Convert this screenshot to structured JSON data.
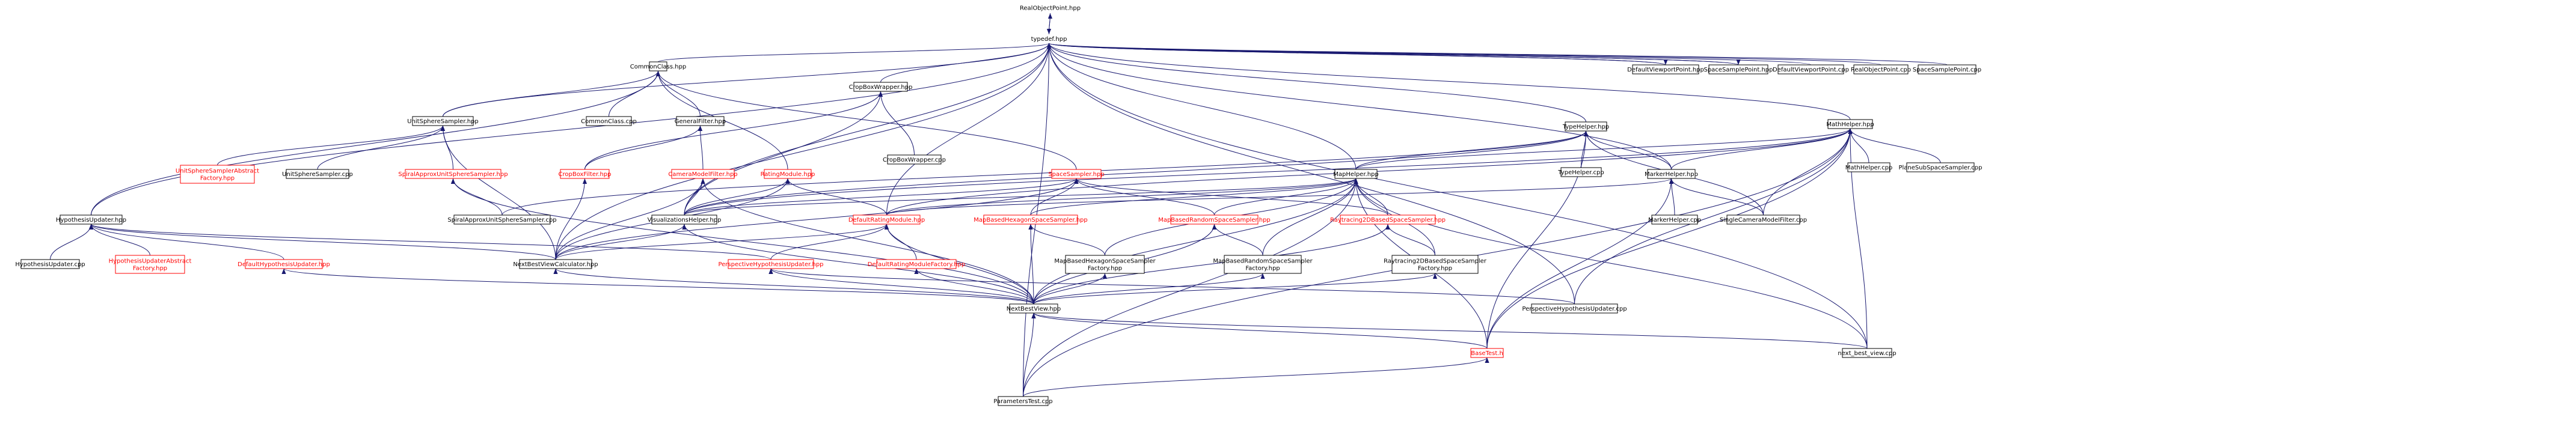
{
  "graph": {
    "nodes": [
      {
        "id": "RealObjectPoint_hpp",
        "lines": [
          "RealObjectPoint.hpp"
        ],
        "root": true
      },
      {
        "id": "typedef_hpp",
        "lines": [
          "typedef.hpp"
        ]
      },
      {
        "id": "CommonClass_hpp",
        "lines": [
          "CommonClass.hpp"
        ]
      },
      {
        "id": "CropBoxWrapper_hpp",
        "lines": [
          "CropBoxWrapper.hpp"
        ]
      },
      {
        "id": "TypeHelper_hpp",
        "lines": [
          "TypeHelper.hpp"
        ]
      },
      {
        "id": "MathHelper_hpp",
        "lines": [
          "MathHelper.hpp"
        ]
      },
      {
        "id": "DefaultViewportPoint_hpp",
        "lines": [
          "DefaultViewportPoint.hpp"
        ]
      },
      {
        "id": "SpaceSamplePoint_hpp",
        "lines": [
          "SpaceSamplePoint.hpp"
        ]
      },
      {
        "id": "DefaultViewportPoint_cpp",
        "lines": [
          "DefaultViewportPoint.cpp"
        ]
      },
      {
        "id": "RealObjectPoint_cpp",
        "lines": [
          "RealObjectPoint.cpp"
        ]
      },
      {
        "id": "SpaceSamplePoint_cpp",
        "lines": [
          "SpaceSamplePoint.cpp"
        ]
      },
      {
        "id": "UnitSphereSampler_hpp",
        "lines": [
          "UnitSphereSampler.hpp"
        ]
      },
      {
        "id": "CommonClass_cpp",
        "lines": [
          "CommonClass.cpp"
        ]
      },
      {
        "id": "GeneralFilter_hpp",
        "lines": [
          "GeneralFilter.hpp"
        ]
      },
      {
        "id": "CropBoxWrapper_cpp",
        "lines": [
          "CropBoxWrapper.cpp"
        ]
      },
      {
        "id": "TypeHelper_cpp",
        "lines": [
          "TypeHelper.cpp"
        ]
      },
      {
        "id": "MathHelper_cpp",
        "lines": [
          "MathHelper.cpp"
        ]
      },
      {
        "id": "PlaneSubSpaceSampler_cpp",
        "lines": [
          "PlaneSubSpaceSampler.cpp"
        ]
      },
      {
        "id": "UnitSphereSamplerAbstractFactory_hpp",
        "lines": [
          "UnitSphereSamplerAbstract",
          "Factory.hpp"
        ],
        "red": true
      },
      {
        "id": "UnitSphereSampler_cpp",
        "lines": [
          "UnitSphereSampler.cpp"
        ]
      },
      {
        "id": "SpiralApproxUnitSphereSampler_hpp",
        "lines": [
          "SpiralApproxUnitSphereSampler.hpp"
        ],
        "red": true
      },
      {
        "id": "CropBoxFilter_hpp",
        "lines": [
          "CropBoxFilter.hpp"
        ],
        "red": true
      },
      {
        "id": "CameraModelFilter_hpp",
        "lines": [
          "CameraModelFilter.hpp"
        ],
        "red": true
      },
      {
        "id": "RatingModule_hpp",
        "lines": [
          "RatingModule.hpp"
        ],
        "red": true
      },
      {
        "id": "SpaceSampler_hpp",
        "lines": [
          "SpaceSampler.hpp"
        ],
        "red": true
      },
      {
        "id": "MapHelper_hpp",
        "lines": [
          "MapHelper.hpp"
        ]
      },
      {
        "id": "MarkerHelper_hpp",
        "lines": [
          "MarkerHelper.hpp"
        ]
      },
      {
        "id": "SpiralApproxUnitSphereSampler_cpp",
        "lines": [
          "SpiralApproxUnitSphereSampler.cpp"
        ]
      },
      {
        "id": "MarkerHelper_cpp",
        "lines": [
          "MarkerHelper.cpp"
        ]
      },
      {
        "id": "SingleCameraModelFilter_cpp",
        "lines": [
          "SingleCameraModelFilter.cpp"
        ]
      },
      {
        "id": "HypothesisUpdater_hpp",
        "lines": [
          "HypothesisUpdater.hpp"
        ]
      },
      {
        "id": "VisualizationsHelper_hpp",
        "lines": [
          "VisualizationsHelper.hpp"
        ]
      },
      {
        "id": "DefaultRatingModule_hpp",
        "lines": [
          "DefaultRatingModule.hpp"
        ],
        "red": true
      },
      {
        "id": "MapBasedHexagonSpaceSampler_hpp",
        "lines": [
          "MapBasedHexagonSpaceSampler.hpp"
        ],
        "red": true
      },
      {
        "id": "MapBasedRandomSpaceSampler_hpp",
        "lines": [
          "MapBasedRandomSpaceSampler.hpp"
        ],
        "red": true
      },
      {
        "id": "Raytracing2DBasedSpaceSampler_hpp",
        "lines": [
          "Raytracing2DBasedSpaceSampler.hpp"
        ],
        "red": true
      },
      {
        "id": "HypothesisUpdater_cpp",
        "lines": [
          "HypothesisUpdater.cpp"
        ]
      },
      {
        "id": "HypothesisUpdaterAbstractFactory_hpp",
        "lines": [
          "HypothesisUpdaterAbstract",
          "Factory.hpp"
        ],
        "red": true
      },
      {
        "id": "DefaultHypothesisUpdater_hpp",
        "lines": [
          "DefaultHypothesisUpdater.hpp"
        ],
        "red": true
      },
      {
        "id": "NextBestViewCalculator_hpp",
        "lines": [
          "NextBestViewCalculator.hpp"
        ]
      },
      {
        "id": "PerspectiveHypothesisUpdater_hpp",
        "lines": [
          "PerspectiveHypothesisUpdater.hpp"
        ],
        "red": true
      },
      {
        "id": "DefaultRatingModuleFactory_hpp",
        "lines": [
          "DefaultRatingModuleFactory.hpp"
        ],
        "red": true
      },
      {
        "id": "MapBasedHexagonSpaceSamplerFactory_hpp",
        "lines": [
          "MapBasedHexagonSpaceSampler",
          "Factory.hpp"
        ]
      },
      {
        "id": "MapBasedRandomSpaceSamplerFactory_hpp",
        "lines": [
          "MapBasedRandomSpaceSampler",
          "Factory.hpp"
        ]
      },
      {
        "id": "Raytracing2DBasedSpaceSamplerFactory_hpp",
        "lines": [
          "Raytracing2DBasedSpaceSampler",
          "Factory.hpp"
        ]
      },
      {
        "id": "PerspectiveHypothesisUpdater_cpp",
        "lines": [
          "PerspectiveHypothesisUpdater.cpp"
        ]
      },
      {
        "id": "NextBestView_hpp",
        "lines": [
          "NextBestView.hpp"
        ]
      },
      {
        "id": "BaseTest_h",
        "lines": [
          "BaseTest.h"
        ],
        "red": true
      },
      {
        "id": "next_best_view_cpp",
        "lines": [
          "next_best_view.cpp"
        ]
      },
      {
        "id": "ParametersTest_cpp",
        "lines": [
          "ParametersTest.cpp"
        ]
      }
    ],
    "edges": [
      [
        "typedef_hpp",
        "RealObjectPoint_hpp"
      ],
      [
        "RealObjectPoint_hpp",
        "typedef_hpp"
      ],
      [
        "typedef_hpp",
        "CommonClass_hpp"
      ],
      [
        "typedef_hpp",
        "CropBoxWrapper_hpp"
      ],
      [
        "typedef_hpp",
        "TypeHelper_hpp"
      ],
      [
        "typedef_hpp",
        "MathHelper_hpp"
      ],
      [
        "typedef_hpp",
        "DefaultViewportPoint_hpp"
      ],
      [
        "typedef_hpp",
        "SpaceSamplePoint_hpp"
      ],
      [
        "typedef_hpp",
        "DefaultViewportPoint_cpp"
      ],
      [
        "typedef_hpp",
        "RealObjectPoint_cpp"
      ],
      [
        "typedef_hpp",
        "SpaceSamplePoint_cpp"
      ],
      [
        "typedef_hpp",
        "UnitSphereSampler_hpp"
      ],
      [
        "typedef_hpp",
        "HypothesisUpdater_hpp"
      ],
      [
        "typedef_hpp",
        "MapHelper_hpp"
      ],
      [
        "typedef_hpp",
        "MarkerHelper_hpp"
      ],
      [
        "typedef_hpp",
        "VisualizationsHelper_hpp"
      ],
      [
        "typedef_hpp",
        "DefaultRatingModule_hpp"
      ],
      [
        "typedef_hpp",
        "NextBestViewCalculator_hpp"
      ],
      [
        "typedef_hpp",
        "PerspectiveHypothesisUpdater_cpp"
      ],
      [
        "typedef_hpp",
        "next_best_view_cpp"
      ],
      [
        "typedef_hpp",
        "ParametersTest_cpp"
      ],
      [
        "DefaultViewportPoint_hpp",
        "typedef_hpp"
      ],
      [
        "SpaceSamplePoint_hpp",
        "typedef_hpp"
      ],
      [
        "CommonClass_hpp",
        "UnitSphereSampler_hpp"
      ],
      [
        "CommonClass_hpp",
        "CommonClass_cpp"
      ],
      [
        "CommonClass_hpp",
        "GeneralFilter_hpp"
      ],
      [
        "CommonClass_hpp",
        "RatingModule_hpp"
      ],
      [
        "CommonClass_hpp",
        "SpaceSampler_hpp"
      ],
      [
        "CommonClass_hpp",
        "HypothesisUpdater_hpp"
      ],
      [
        "CropBoxWrapper_hpp",
        "CropBoxFilter_hpp"
      ],
      [
        "CropBoxWrapper_hpp",
        "CropBoxWrapper_cpp"
      ],
      [
        "CropBoxWrapper_hpp",
        "VisualizationsHelper_hpp"
      ],
      [
        "TypeHelper_hpp",
        "TypeHelper_cpp"
      ],
      [
        "TypeHelper_hpp",
        "MapHelper_hpp"
      ],
      [
        "TypeHelper_hpp",
        "MarkerHelper_hpp"
      ],
      [
        "TypeHelper_hpp",
        "SingleCameraModelFilter_cpp"
      ],
      [
        "TypeHelper_hpp",
        "BaseTest_h"
      ],
      [
        "TypeHelper_hpp",
        "VisualizationsHelper_hpp"
      ],
      [
        "TypeHelper_hpp",
        "SpiralApproxUnitSphereSampler_cpp"
      ],
      [
        "MathHelper_hpp",
        "MathHelper_cpp"
      ],
      [
        "MathHelper_hpp",
        "PlaneSubSpaceSampler_cpp"
      ],
      [
        "MathHelper_hpp",
        "SingleCameraModelFilter_cpp"
      ],
      [
        "MathHelper_hpp",
        "MarkerHelper_hpp"
      ],
      [
        "MathHelper_hpp",
        "MapHelper_hpp"
      ],
      [
        "MathHelper_hpp",
        "VisualizationsHelper_hpp"
      ],
      [
        "MathHelper_hpp",
        "DefaultRatingModule_hpp"
      ],
      [
        "MathHelper_hpp",
        "PerspectiveHypothesisUpdater_cpp"
      ],
      [
        "MathHelper_hpp",
        "BaseTest_h"
      ],
      [
        "MathHelper_hpp",
        "next_best_view_cpp"
      ],
      [
        "MathHelper_hpp",
        "ParametersTest_cpp"
      ],
      [
        "UnitSphereSampler_hpp",
        "UnitSphereSamplerAbstractFactory_hpp"
      ],
      [
        "UnitSphereSampler_hpp",
        "UnitSphereSampler_cpp"
      ],
      [
        "UnitSphereSampler_hpp",
        "SpiralApproxUnitSphereSampler_hpp"
      ],
      [
        "UnitSphereSampler_hpp",
        "NextBestViewCalculator_hpp"
      ],
      [
        "GeneralFilter_hpp",
        "CropBoxFilter_hpp"
      ],
      [
        "GeneralFilter_hpp",
        "CameraModelFilter_hpp"
      ],
      [
        "SpiralApproxUnitSphereSampler_hpp",
        "SpiralApproxUnitSphereSampler_cpp"
      ],
      [
        "SpiralApproxUnitSphereSampler_hpp",
        "NextBestView_hpp"
      ],
      [
        "CropBoxFilter_hpp",
        "NextBestViewCalculator_hpp"
      ],
      [
        "CameraModelFilter_hpp",
        "VisualizationsHelper_hpp"
      ],
      [
        "CameraModelFilter_hpp",
        "NextBestViewCalculator_hpp"
      ],
      [
        "CameraModelFilter_hpp",
        "NextBestView_hpp"
      ],
      [
        "RatingModule_hpp",
        "DefaultRatingModule_hpp"
      ],
      [
        "RatingModule_hpp",
        "VisualizationsHelper_hpp"
      ],
      [
        "RatingModule_hpp",
        "NextBestViewCalculator_hpp"
      ],
      [
        "SpaceSampler_hpp",
        "MapBasedHexagonSpaceSampler_hpp"
      ],
      [
        "SpaceSampler_hpp",
        "MapBasedRandomSpaceSampler_hpp"
      ],
      [
        "SpaceSampler_hpp",
        "Raytracing2DBasedSpaceSampler_hpp"
      ],
      [
        "SpaceSampler_hpp",
        "NextBestViewCalculator_hpp"
      ],
      [
        "SpaceSampler_hpp",
        "VisualizationsHelper_hpp"
      ],
      [
        "MapHelper_hpp",
        "MapBasedHexagonSpaceSampler_hpp"
      ],
      [
        "MapHelper_hpp",
        "MapBasedRandomSpaceSampler_hpp"
      ],
      [
        "MapHelper_hpp",
        "Raytracing2DBasedSpaceSampler_hpp"
      ],
      [
        "MapHelper_hpp",
        "DefaultRatingModule_hpp"
      ],
      [
        "MapHelper_hpp",
        "VisualizationsHelper_hpp"
      ],
      [
        "MapHelper_hpp",
        "MapBasedHexagonSpaceSamplerFactory_hpp"
      ],
      [
        "MapHelper_hpp",
        "MapBasedRandomSpaceSamplerFactory_hpp"
      ],
      [
        "MapHelper_hpp",
        "Raytracing2DBasedSpaceSamplerFactory_hpp"
      ],
      [
        "MapHelper_hpp",
        "NextBestView_hpp"
      ],
      [
        "MapHelper_hpp",
        "BaseTest_h"
      ],
      [
        "MapHelper_hpp",
        "next_best_view_cpp"
      ],
      [
        "MapHelper_hpp",
        "ParametersTest_cpp"
      ],
      [
        "MarkerHelper_hpp",
        "MarkerHelper_cpp"
      ],
      [
        "MarkerHelper_hpp",
        "SingleCameraModelFilter_cpp"
      ],
      [
        "MarkerHelper_hpp",
        "DefaultRatingModule_hpp"
      ],
      [
        "MarkerHelper_hpp",
        "BaseTest_h"
      ],
      [
        "HypothesisUpdater_hpp",
        "HypothesisUpdater_cpp"
      ],
      [
        "HypothesisUpdater_hpp",
        "HypothesisUpdaterAbstractFactory_hpp"
      ],
      [
        "HypothesisUpdater_hpp",
        "DefaultHypothesisUpdater_hpp"
      ],
      [
        "HypothesisUpdater_hpp",
        "NextBestViewCalculator_hpp"
      ],
      [
        "HypothesisUpdater_hpp",
        "PerspectiveHypothesisUpdater_hpp"
      ],
      [
        "VisualizationsHelper_hpp",
        "NextBestViewCalculator_hpp"
      ],
      [
        "VisualizationsHelper_hpp",
        "NextBestView_hpp"
      ],
      [
        "DefaultRatingModule_hpp",
        "NextBestViewCalculator_hpp"
      ],
      [
        "DefaultRatingModule_hpp",
        "DefaultRatingModuleFactory_hpp"
      ],
      [
        "DefaultRatingModule_hpp",
        "NextBestView_hpp"
      ],
      [
        "DefaultRatingModule_hpp",
        "PerspectiveHypothesisUpdater_hpp"
      ],
      [
        "MapBasedHexagonSpaceSampler_hpp",
        "MapBasedHexagonSpaceSamplerFactory_hpp"
      ],
      [
        "MapBasedHexagonSpaceSampler_hpp",
        "NextBestView_hpp"
      ],
      [
        "MapBasedRandomSpaceSampler_hpp",
        "MapBasedRandomSpaceSamplerFactory_hpp"
      ],
      [
        "MapBasedRandomSpaceSampler_hpp",
        "NextBestView_hpp"
      ],
      [
        "Raytracing2DBasedSpaceSampler_hpp",
        "Raytracing2DBasedSpaceSamplerFactory_hpp"
      ],
      [
        "Raytracing2DBasedSpaceSampler_hpp",
        "NextBestView_hpp"
      ],
      [
        "DefaultHypothesisUpdater_hpp",
        "NextBestView_hpp"
      ],
      [
        "NextBestViewCalculator_hpp",
        "NextBestView_hpp"
      ],
      [
        "PerspectiveHypothesisUpdater_hpp",
        "NextBestView_hpp"
      ],
      [
        "PerspectiveHypothesisUpdater_hpp",
        "PerspectiveHypothesisUpdater_cpp"
      ],
      [
        "DefaultRatingModuleFactory_hpp",
        "NextBestView_hpp"
      ],
      [
        "MapBasedHexagonSpaceSamplerFactory_hpp",
        "NextBestView_hpp"
      ],
      [
        "MapBasedRandomSpaceSamplerFactory_hpp",
        "NextBestView_hpp"
      ],
      [
        "Raytracing2DBasedSpaceSamplerFactory_hpp",
        "NextBestView_hpp"
      ],
      [
        "NextBestView_hpp",
        "BaseTest_h"
      ],
      [
        "NextBestView_hpp",
        "next_best_view_cpp"
      ],
      [
        "NextBestView_hpp",
        "ParametersTest_cpp"
      ],
      [
        "BaseTest_h",
        "ParametersTest_cpp"
      ]
    ]
  },
  "colors": {
    "edge": "#191970",
    "node_border": "#000000",
    "root_fill": "#bfbfbf",
    "linked_text": "#000000",
    "external_text": "#ff0000"
  }
}
